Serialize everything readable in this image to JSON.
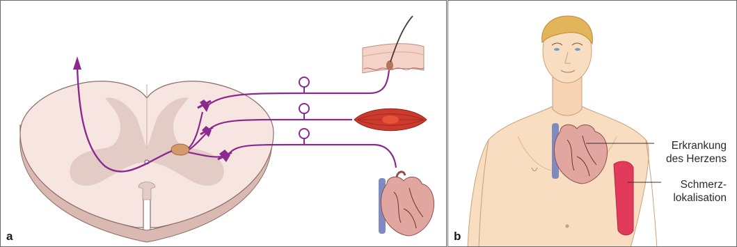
{
  "panels": [
    {
      "label": "a"
    },
    {
      "label": "b"
    }
  ],
  "annotations": {
    "heart_disease": [
      "Erkrankung",
      "des Herzens"
    ],
    "pain_location": [
      "Schmerz-",
      "lokalisation"
    ]
  },
  "colors": {
    "nerve_pathway": "#8a2a8e",
    "spinal_tissue": "#f6e5e0",
    "gray_matter": "#e3cbc6",
    "skin_tone": "#f9ddc0",
    "pain_area": "#e23a5a",
    "border": "#6b6b6b"
  },
  "icons": [
    "spinal-cord-icon",
    "skin-hair-icon",
    "muscle-icon",
    "heart-icon",
    "human-torso-icon"
  ]
}
